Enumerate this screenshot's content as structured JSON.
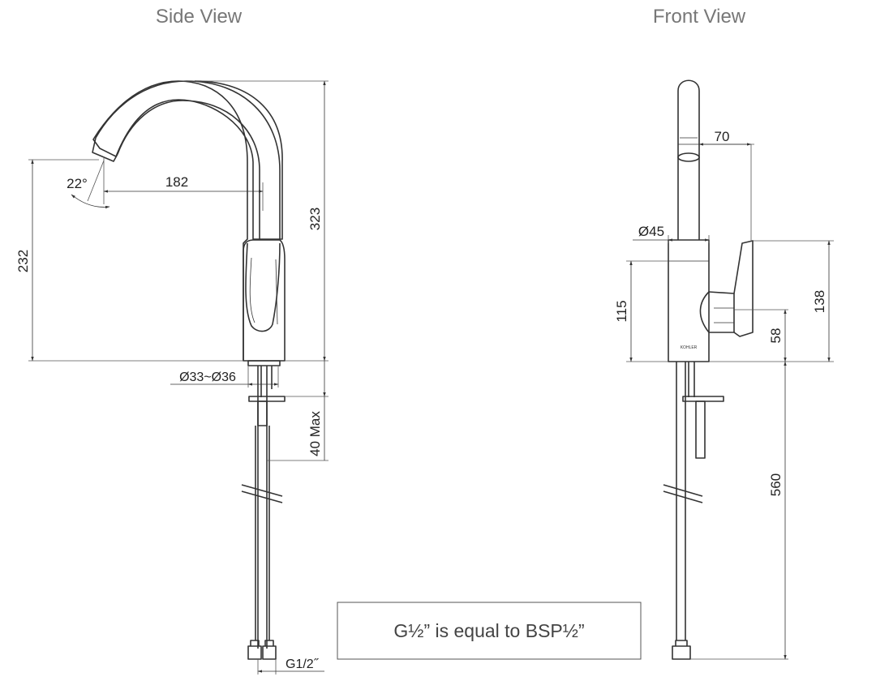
{
  "views": {
    "side": {
      "title": "Side View"
    },
    "front": {
      "title": "Front View"
    }
  },
  "dimensions": {
    "side": {
      "spout_angle": "22°",
      "spout_reach": "182",
      "total_height": "323",
      "spout_outlet_height": "232",
      "hole_diameter": "Ø33~Ø36",
      "max_deck_thickness": "40 Max",
      "connection_thread": "G1/2˝"
    },
    "front": {
      "handle_offset": "70",
      "body_diameter": "Ø45",
      "body_height": "115",
      "handle_height": "138",
      "lever_axis_height": "58",
      "hose_length": "560",
      "brand_mark": "KOHLER"
    }
  },
  "note": {
    "text": "G½” is equal to BSP½”"
  }
}
